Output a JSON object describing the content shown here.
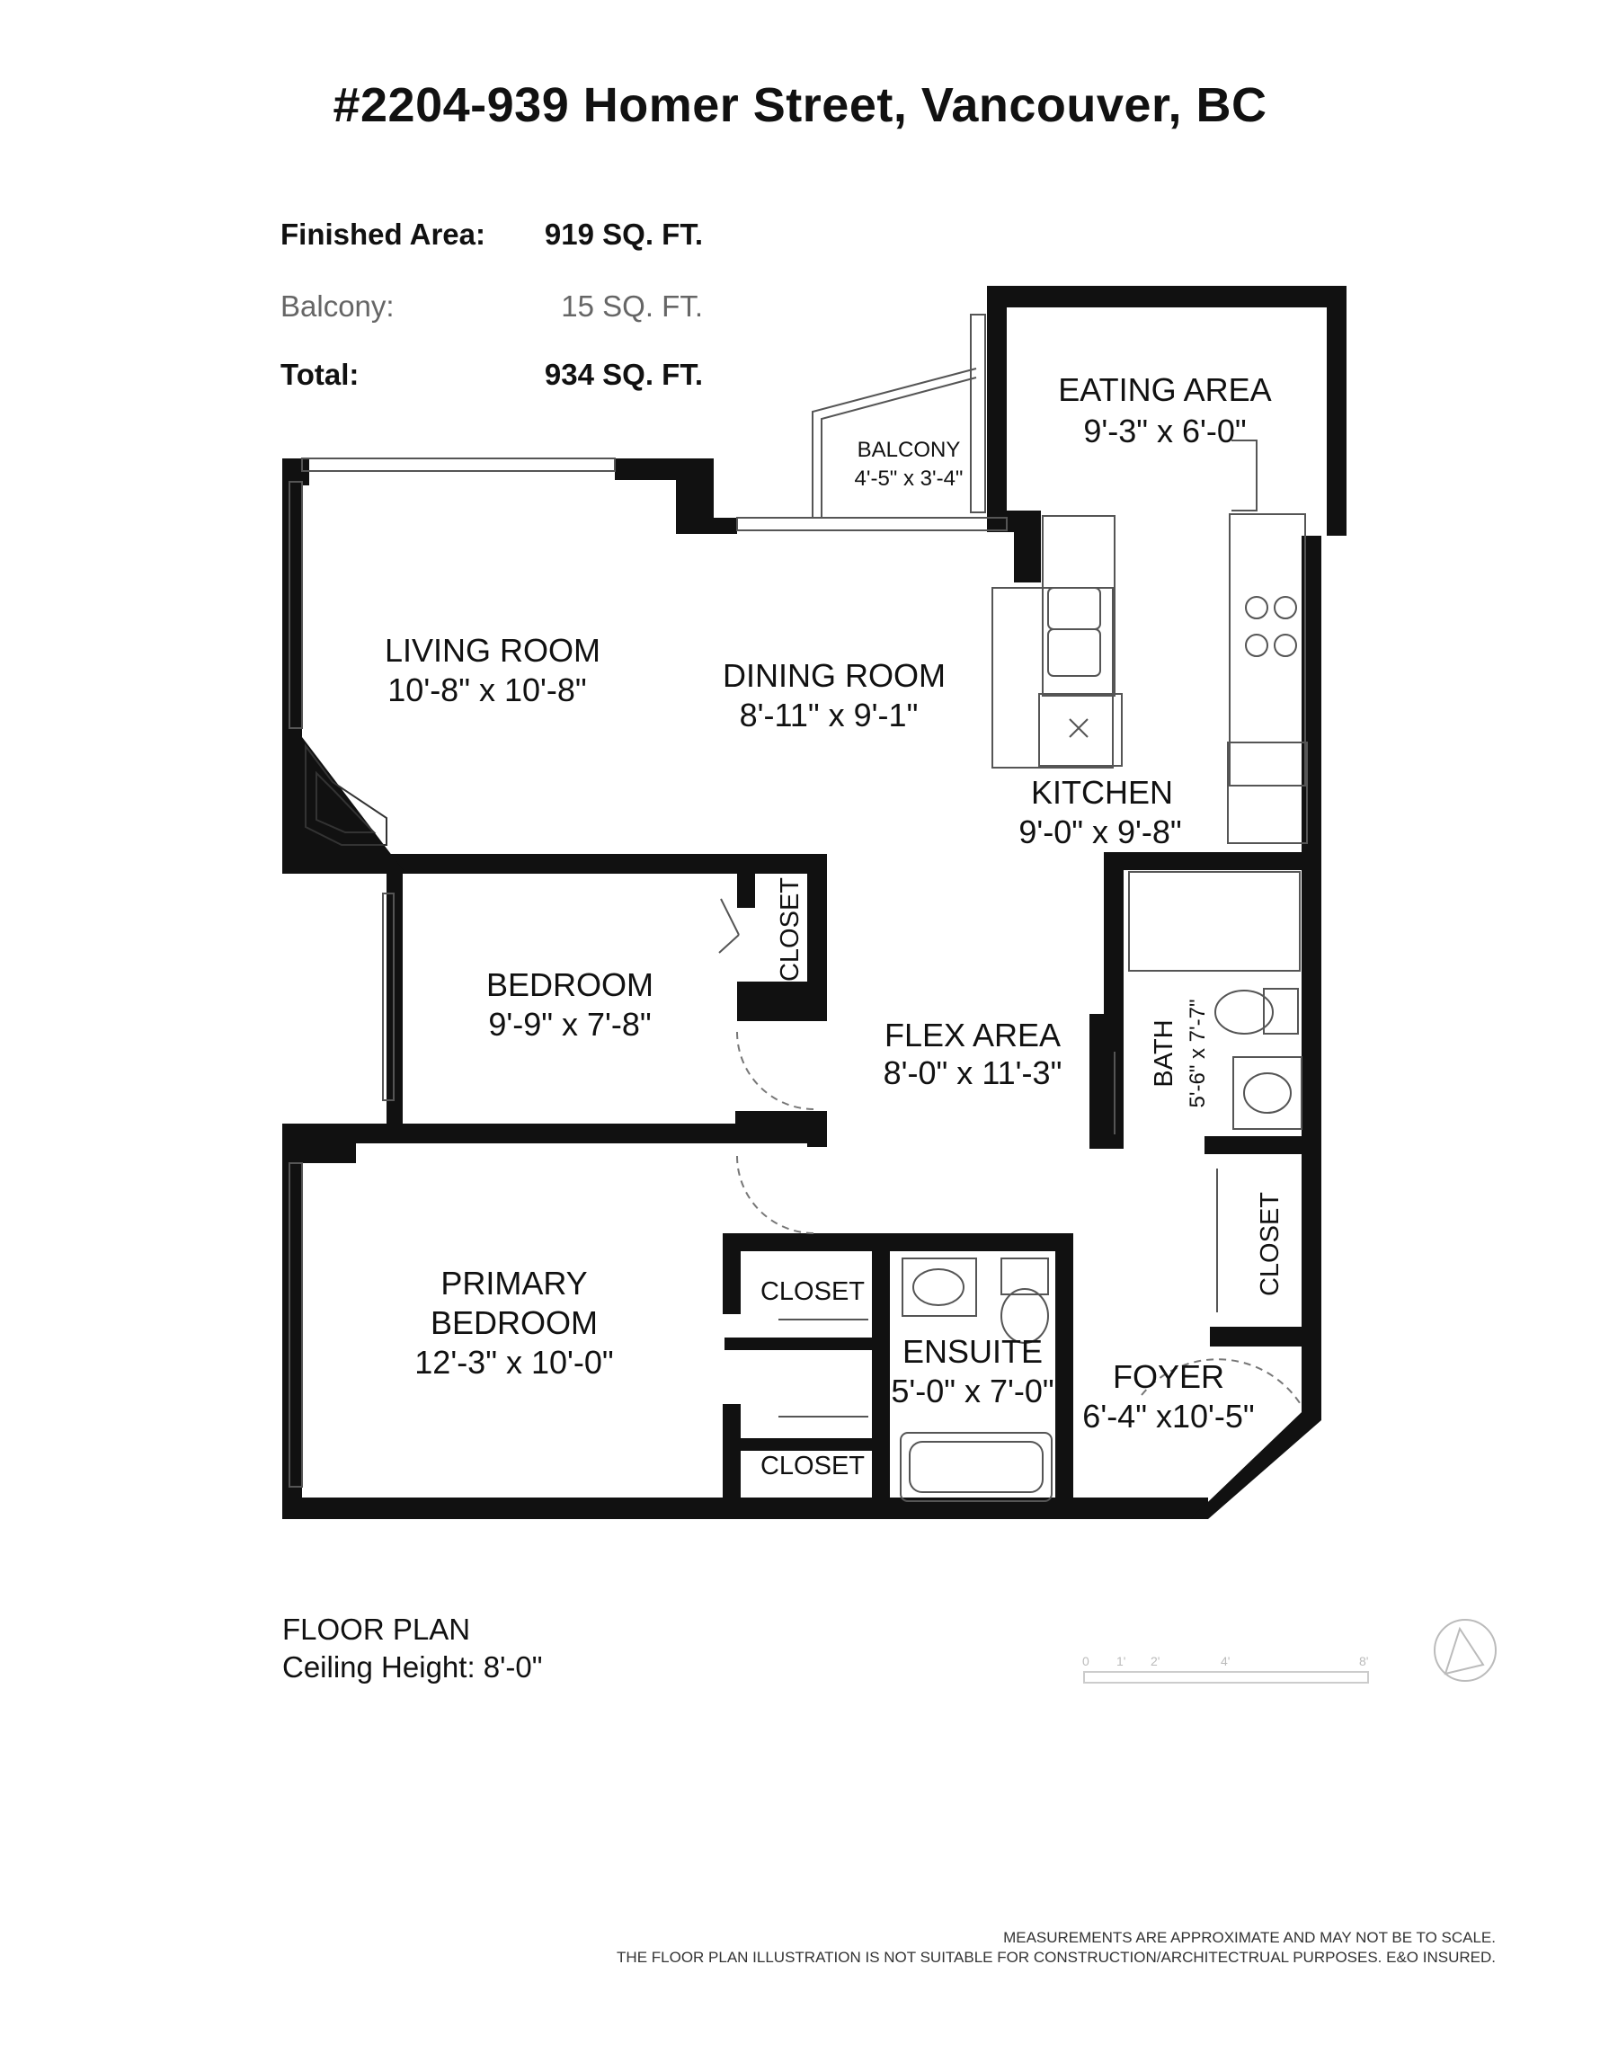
{
  "title": "#2204-939 Homer Street, Vancouver, BC",
  "areas": {
    "finished": {
      "label": "Finished Area:",
      "value": "919 SQ. FT."
    },
    "balcony": {
      "label": "Balcony:",
      "value": "15 SQ. FT."
    },
    "total": {
      "label": "Total:",
      "value": "934 SQ. FT."
    }
  },
  "rooms": {
    "eating_area": {
      "name": "EATING AREA",
      "dims": "9'-3\" x 6'-0\""
    },
    "balcony": {
      "name": "BALCONY",
      "dims": "4'-5\" x 3'-4\""
    },
    "living_room": {
      "name": "LIVING ROOM",
      "dims": "10'-8\"  x 10'-8\""
    },
    "dining_room": {
      "name": "DINING ROOM",
      "dims": "8'-11\" x 9'-1\""
    },
    "kitchen": {
      "name": "KITCHEN",
      "dims": "9'-0\" x 9'-8\""
    },
    "bedroom": {
      "name": "BEDROOM",
      "dims": "9'-9\" x 7'-8\""
    },
    "closet_bedroom": {
      "name": "CLOSET"
    },
    "flex_area": {
      "name": "FLEX AREA",
      "dims": "8'-0\" x 11'-3\""
    },
    "bath": {
      "name": "BATH",
      "dims": "5'-6\" x 7'-7\""
    },
    "primary_bedroom": {
      "name_line1": "PRIMARY",
      "name_line2": "BEDROOM",
      "dims": "12'-3\" x 10'-0\""
    },
    "closet_primary_top": {
      "name": "CLOSET"
    },
    "closet_primary_bottom": {
      "name": "CLOSET"
    },
    "ensuite": {
      "name": "ENSUITE",
      "dims": "5'-0\" x 7'-0\""
    },
    "closet_foyer": {
      "name": "CLOSET"
    },
    "foyer": {
      "name": "FOYER",
      "dims": "6'-4\" x10'-5\""
    }
  },
  "footer": {
    "plan_label": "FLOOR PLAN",
    "ceiling": "Ceiling Height: 8'-0\"",
    "scale_ticks": [
      "0",
      "1'",
      "2'",
      "4'",
      "8'"
    ],
    "disclaimer_line1": "MEASUREMENTS ARE APPROXIMATE AND MAY NOT BE TO SCALE.",
    "disclaimer_line2": "THE FLOOR PLAN ILLUSTRATION IS NOT SUITABLE FOR CONSTRUCTION/ARCHITECTRUAL PURPOSES. E&O INSURED."
  },
  "colors": {
    "wall": "#111111",
    "fixture_line": "#555555",
    "text": "#111111"
  }
}
